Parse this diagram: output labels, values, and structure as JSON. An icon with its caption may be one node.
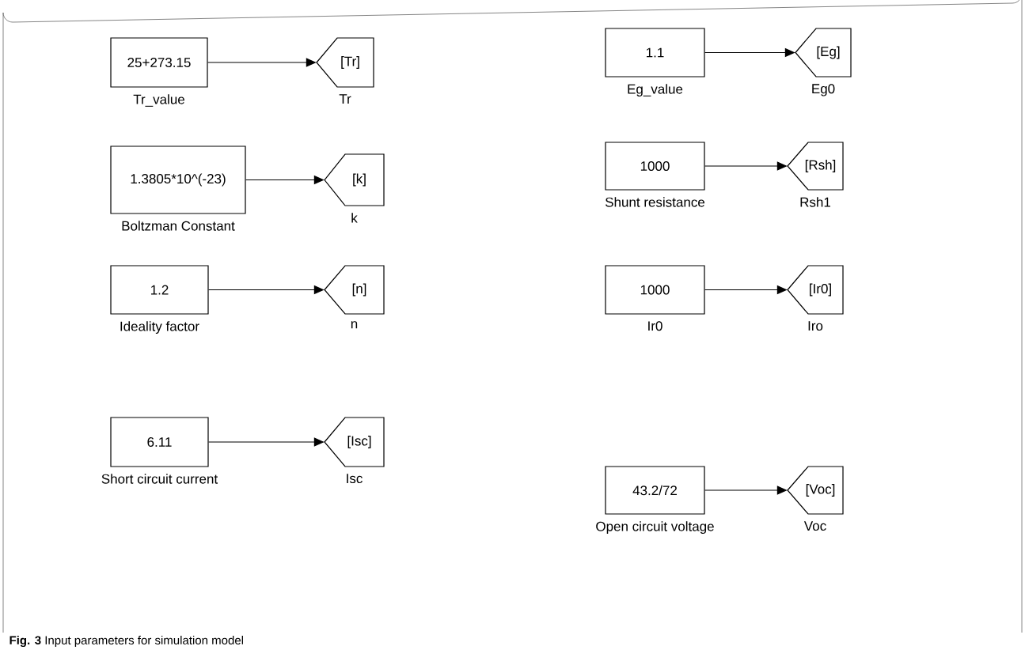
{
  "diagram": {
    "caption": "**Fig. 3** Input parameters for simulation model",
    "nodes": [
      {
        "text": [
          "25+273.15"
        ],
        "beside": [
          "Tr_value"
        ]
      },
      {
        "text": [
          "[Tr]"
        ],
        "beside": [
          "Tr"
        ]
      },
      {
        "text": [
          "1.1"
        ],
        "beside": [
          "Eg_value"
        ]
      },
      {
        "text": [
          "[Eg]"
        ],
        "beside": [
          "Eg0"
        ]
      },
      {
        "text": [
          "1.3805*10^(-23)"
        ],
        "beside": [
          "Boltzman Constant"
        ]
      },
      {
        "text": [
          "[k]"
        ],
        "beside": [
          "k"
        ]
      },
      {
        "text": [
          "1000"
        ],
        "beside": [
          "Shunt resistance"
        ]
      },
      {
        "text": [
          "[Rsh]"
        ],
        "beside": [
          "Rsh1"
        ]
      },
      {
        "text": [
          "1.2"
        ],
        "beside": [
          "Ideality factor"
        ]
      },
      {
        "text": [
          "[n]"
        ],
        "beside": [
          "n"
        ]
      },
      {
        "text": [
          "1000"
        ],
        "beside": [
          "Ir0"
        ]
      },
      {
        "text": [
          "[Ir0]"
        ],
        "beside": [
          "Iro"
        ]
      },
      {
        "text": [
          "6.11"
        ],
        "beside": [
          "Short circuit current"
        ]
      },
      {
        "text": [
          "[Isc]"
        ],
        "beside": [
          "Isc"
        ]
      },
      {
        "text": [
          "43.2/72"
        ],
        "beside": [
          "Open circuit voltage"
        ]
      },
      {
        "text": [
          "[Voc]"
        ],
        "beside": [
          "Voc"
        ]
      }
    ],
    "edges": [
      {
        "from": 0,
        "to": 1,
        "arrow": "to"
      },
      {
        "from": 2,
        "to": 3,
        "arrow": "to"
      },
      {
        "from": 4,
        "to": 5,
        "arrow": "to"
      },
      {
        "from": 6,
        "to": 7,
        "arrow": "to"
      },
      {
        "from": 8,
        "to": 9,
        "arrow": "to"
      },
      {
        "from": 10,
        "to": 11,
        "arrow": "to"
      },
      {
        "from": 12,
        "to": 13,
        "arrow": "to"
      },
      {
        "from": 14,
        "to": 15,
        "arrow": "to"
      }
    ]
  }
}
